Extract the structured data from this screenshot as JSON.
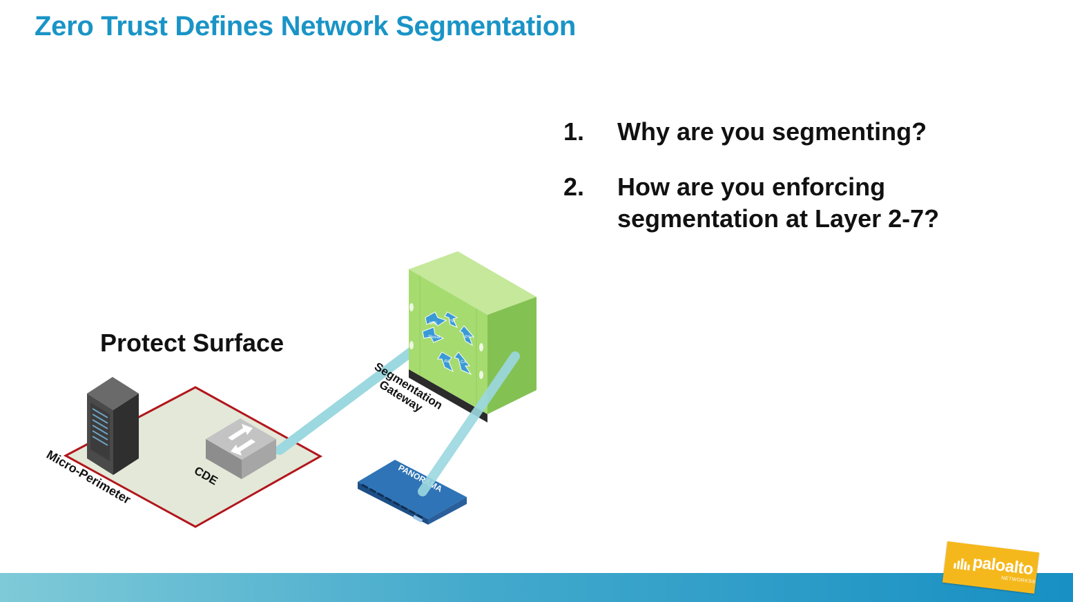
{
  "slide": {
    "title": "Zero Trust Defines Network Segmentation"
  },
  "questions": [
    {
      "number": "1.",
      "text": "Why are you segmenting?"
    },
    {
      "number": "2.",
      "text": "How are you enforcing segmentation at Layer 2-7?"
    }
  ],
  "diagram": {
    "protect_surface_label": "Protect Surface",
    "micro_perimeter_label": "Micro-Perimeter",
    "cde_label": "CDE",
    "gateway_label_line1": "Segmentation",
    "gateway_label_line2": "Gateway",
    "panorama_label": "PANORAMA",
    "gateway_arrow_labels": [
      "FW",
      "URL",
      "IPS",
      "Threat",
      "AV",
      "CA"
    ],
    "colors": {
      "perimeter_border": "#b2161c",
      "perimeter_fill": "#e3e8d8",
      "link": "#9cd8e0",
      "gateway": "#9cd46a",
      "panorama": "#2f74b6"
    }
  },
  "footer": {
    "logo_text": "paloalto",
    "logo_subtext": "NETWORKS®"
  }
}
